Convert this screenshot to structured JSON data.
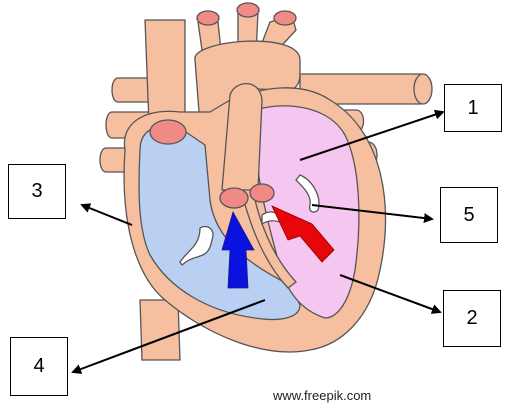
{
  "labels": {
    "box1": "1",
    "box2": "2",
    "box3": "3",
    "box4": "4",
    "box5": "5"
  },
  "credit": "www.freepik.com",
  "colors": {
    "vessel": "#f5bfa0",
    "outline": "#444444",
    "right_side": "#b9d0f2",
    "left_side": "#f5c6ef",
    "vessel_opening": "#f08a86",
    "deoxygenated_arrow": "#0a12e0",
    "oxygenated_arrow": "#e8060a",
    "valve": "#ffffff"
  }
}
